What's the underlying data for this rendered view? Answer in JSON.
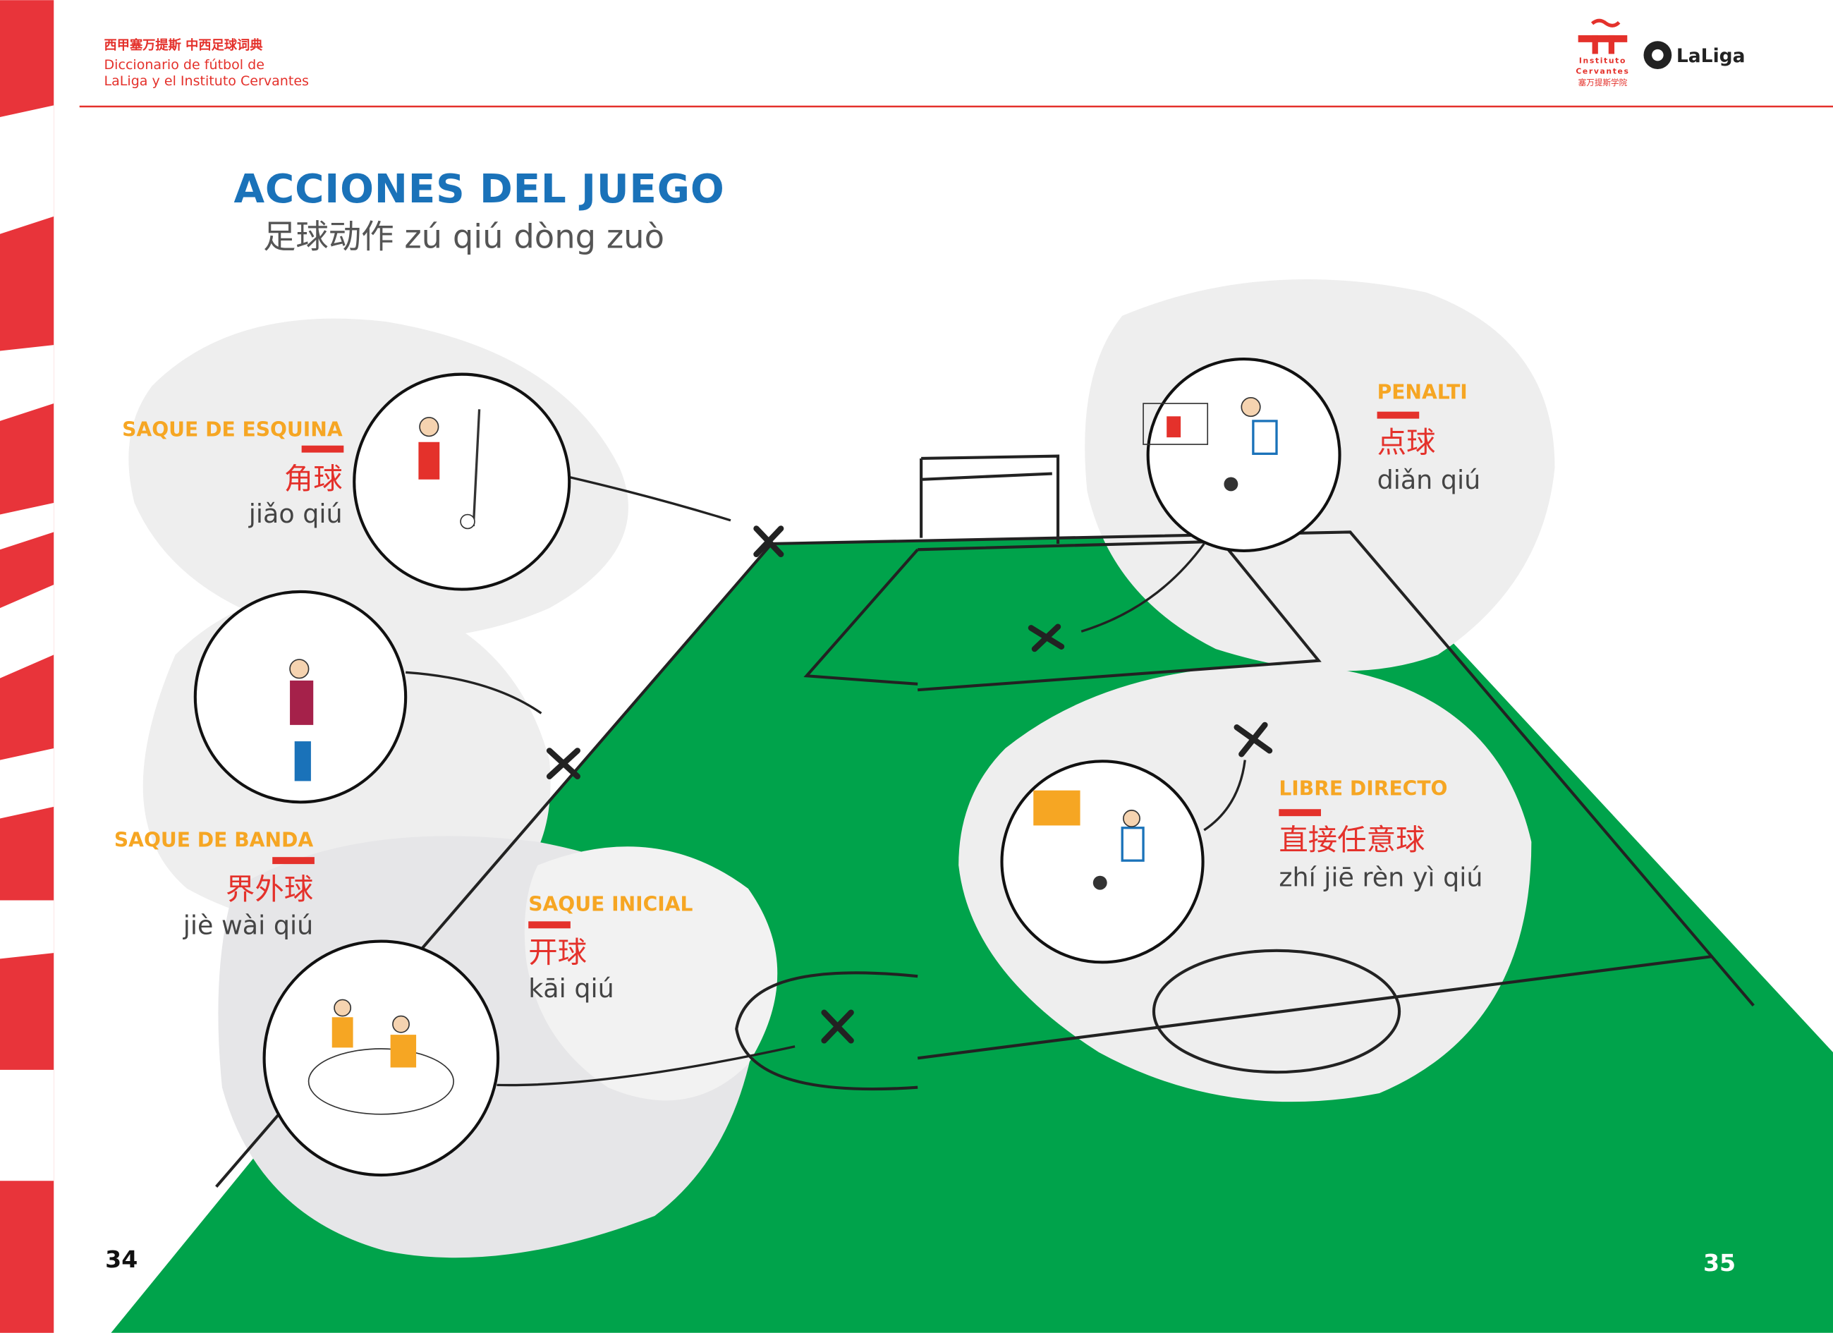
{
  "header": {
    "title_cn": "西甲塞万提斯 中西足球词典",
    "line1": "Diccionario de fútbol de",
    "line2": "LaLiga y el Instituto Cervantes"
  },
  "logos": {
    "cervantes": [
      "Instituto",
      "Cervantes",
      "塞万提斯学院"
    ],
    "laliga": "LaLiga"
  },
  "page": {
    "title": "ACCIONES DEL JUEGO",
    "subtitle": "足球动作 zú qiú dòng zuò"
  },
  "actions": [
    {
      "label": "SAQUE DE ESQUINA",
      "chinese": "角球",
      "pinyin": "jiǎo qiú"
    },
    {
      "label": "SAQUE DE BANDA",
      "chinese": "界外球",
      "pinyin": "jiè wài qiú"
    },
    {
      "label": "SAQUE INICIAL",
      "chinese": "开球",
      "pinyin": "kāi qiú"
    },
    {
      "label": "PENALTI",
      "chinese": "点球",
      "pinyin": "diǎn qiú"
    },
    {
      "label": "LIBRE DIRECTO",
      "chinese": "直接任意球",
      "pinyin": "zhí jiē rèn yì qiú"
    }
  ],
  "page_numbers": {
    "left": "34",
    "right": "35"
  },
  "colors": {
    "red": "#e4312b",
    "blue": "#1a72b9",
    "orange": "#f6a623",
    "green": "#00a34b",
    "gray": "#eeeeee"
  }
}
